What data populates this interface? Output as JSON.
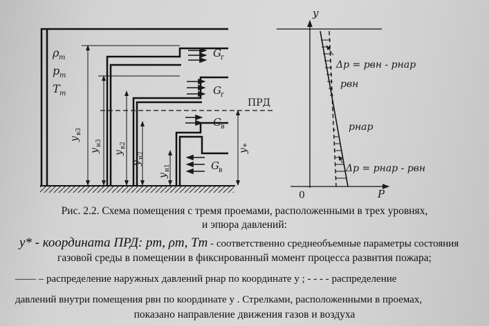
{
  "figure": {
    "left_labels": [
      "ρ",
      "p",
      "T"
    ],
    "left_label_sub": "m",
    "flow_labels_right": [
      "G",
      "G",
      "G"
    ],
    "flow_subs_right": [
      "г",
      "г",
      "в"
    ],
    "flow_label_in": "G",
    "flow_sub_in": "в",
    "prd_label": "ПРД",
    "dim_labels": [
      "y",
      "y",
      "y",
      "y",
      "y"
    ],
    "dim_subs": [
      "в3",
      "н3",
      "в2",
      "н2",
      "н1"
    ],
    "dim_sub_star": "*",
    "y_axis_label": "y",
    "p_axis_label": "P",
    "origin_label": "0",
    "dp_top": "Δp = pвн - pнар",
    "dp_bottom": "Δp = pнар - pвн",
    "p_vn_label": "pвн",
    "p_nar_label": "pнар"
  },
  "caption": {
    "line1": "Рис. 2.2. Схема помещения с тремя проемами, расположенными в трех уровнях,",
    "line2": "и эпюра давлений:",
    "line3_sym": "y* - координата ПРД:  pm, ρm, Tm",
    "line3_rest": " - соответственно среднеобъемные параметры состояния",
    "line4": "газовой среды в помещении в фиксированный момент процесса развития пожара;",
    "line5_a": "——    – распределение наружных давлений  pнар  по координате  y ;  - - -  - распределение",
    "line6": "давлений внутри помещения  pвн  по координате  y . Стрелками, расположенными в проемах,",
    "line7": "показано направление движения газов и воздуха"
  }
}
